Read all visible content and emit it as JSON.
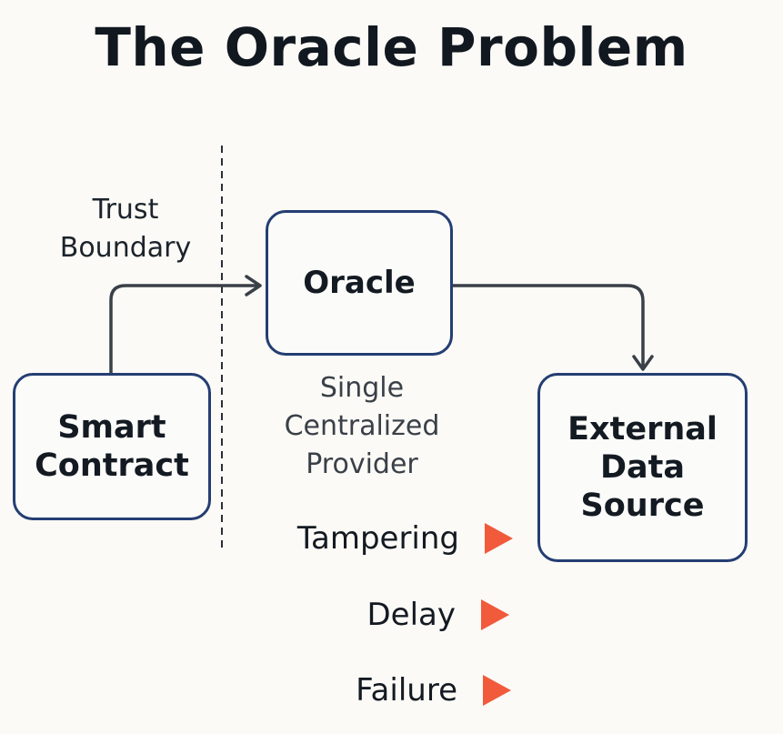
{
  "title": "The Oracle Problem",
  "trust_boundary": {
    "label": "Trust\nBoundary"
  },
  "nodes": {
    "smart_contract": "Smart\nContract",
    "oracle": "Oracle",
    "external_source": "External\nData\nSource"
  },
  "oracle_note": "Single\nCentralized\nProvider",
  "risks": [
    {
      "label": "Tampering",
      "icon": "orange-triangle-icon"
    },
    {
      "label": "Delay",
      "icon": "orange-triangle-icon"
    },
    {
      "label": "Failure",
      "icon": "orange-triangle-icon"
    }
  ],
  "colors": {
    "background": "#fbfaf6",
    "box_border": "#243e73",
    "arrow": "#3a4048",
    "risk_marker": "#f25a3c"
  }
}
